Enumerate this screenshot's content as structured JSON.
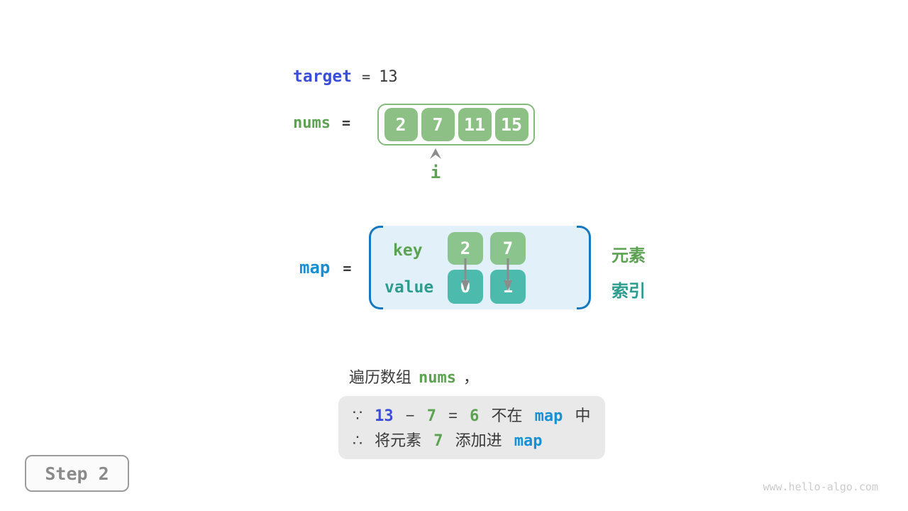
{
  "target_row": {
    "name": "target",
    "eq": "=",
    "value": "13"
  },
  "nums_row": {
    "name": "nums",
    "eq": "=",
    "cells": [
      "2",
      "7",
      "11",
      "15"
    ],
    "pointer_label": "i"
  },
  "map_row": {
    "name": "map",
    "eq": "=",
    "key_label": "key",
    "value_label": "value",
    "keys": [
      "2",
      "7"
    ],
    "values": [
      "0",
      "1"
    ],
    "element_label": "元素",
    "index_label": "索引"
  },
  "sentence": {
    "prefix": "遍历数组",
    "code": "nums",
    "comma": "，"
  },
  "note": {
    "because": [
      {
        "text": "∵"
      },
      {
        "text": "13"
      },
      {
        "text": "−"
      },
      {
        "text": "7"
      },
      {
        "text": "="
      },
      {
        "text": "6"
      },
      {
        "text": "不在"
      },
      {
        "text": "map"
      },
      {
        "text": "中"
      }
    ],
    "therefore": [
      {
        "text": "∴"
      },
      {
        "text": "将元素"
      },
      {
        "text": "7"
      },
      {
        "text": "添加进"
      },
      {
        "text": "map"
      }
    ]
  },
  "step_badge": {
    "label": "Step 2"
  },
  "watermark": {
    "text": "www.hello-algo.com"
  },
  "colors": {
    "royal_blue": "#3b4ed8",
    "azure_blue": "#1791d3",
    "brace_blue": "#1778c2",
    "green": "#5da253",
    "cell_green": "#8cc084",
    "teal": "#2d9c8e",
    "cell_teal": "#4cbbae",
    "map_bg": "#e2f1f9",
    "note_bg": "#e9e9e9",
    "dark_text": "#3a3a3a",
    "gray": "#8a8a8a"
  }
}
